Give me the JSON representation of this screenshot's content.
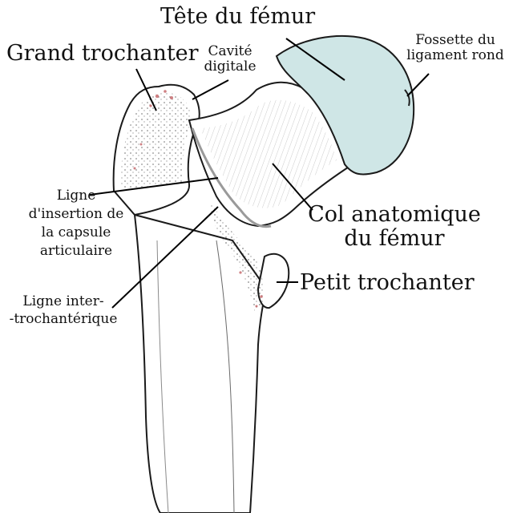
{
  "figure": {
    "labels": {
      "tete": "Tête du fémur",
      "grand_trochanter": "Grand trochanter",
      "cavite": "Cavité\ndigitale",
      "fossette": "Fossette du\nligament rond",
      "ligne_insertion": "Ligne\nd'insertion de\nla capsule\narticulaire",
      "col": "Col anatomique\ndu fémur",
      "petit_trochanter": "Petit trochanter",
      "ligne_inter": "Ligne inter-\n-trochantérique"
    },
    "colors": {
      "head_fill": "#cfe6e6",
      "bone_fill": "#ffffff",
      "outline": "#1a1a1a",
      "blush": "#c0565a",
      "leader": "#000000"
    }
  }
}
